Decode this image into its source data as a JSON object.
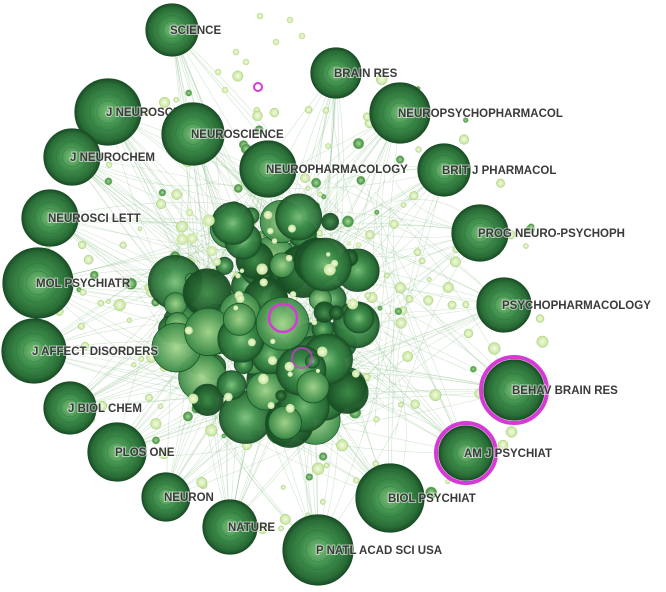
{
  "network": {
    "colors": {
      "node_dark": "#1f5e2e",
      "node_mid": "#3f8f4c",
      "node_light": "#d9efb0",
      "edge": "#9cc79a",
      "centrality_ring": "#d63ad6"
    },
    "labeled_nodes": [
      {
        "label": "SCIENCE",
        "highlighted": false
      },
      {
        "label": "J NEUROSCI",
        "highlighted": false
      },
      {
        "label": "BRAIN RES",
        "highlighted": false
      },
      {
        "label": "NEUROPSYCHOPHARMACOL",
        "highlighted": false
      },
      {
        "label": "NEUROSCIENCE",
        "highlighted": false
      },
      {
        "label": "J NEUROCHEM",
        "highlighted": false
      },
      {
        "label": "NEUROPHARMACOLOGY",
        "highlighted": false
      },
      {
        "label": "BRIT J PHARMACOL",
        "highlighted": false
      },
      {
        "label": "NEUROSCI LETT",
        "highlighted": false
      },
      {
        "label": "PROG NEURO-PSYCHOPH",
        "highlighted": false
      },
      {
        "label": "MOL PSYCHIATR",
        "highlighted": false
      },
      {
        "label": "PSYCHOPHARMACOLOGY",
        "highlighted": false
      },
      {
        "label": "J AFFECT DISORDERS",
        "highlighted": false
      },
      {
        "label": "BEHAV BRAIN RES",
        "highlighted": true
      },
      {
        "label": "J BIOL CHEM",
        "highlighted": false
      },
      {
        "label": "AM J PSYCHIAT",
        "highlighted": true
      },
      {
        "label": "PLOS ONE",
        "highlighted": false
      },
      {
        "label": "BIOL PSYCHIAT",
        "highlighted": false
      },
      {
        "label": "NEURON",
        "highlighted": false
      },
      {
        "label": "NATURE",
        "highlighted": false
      },
      {
        "label": "P NATL ACAD SCI USA",
        "highlighted": false
      }
    ]
  }
}
